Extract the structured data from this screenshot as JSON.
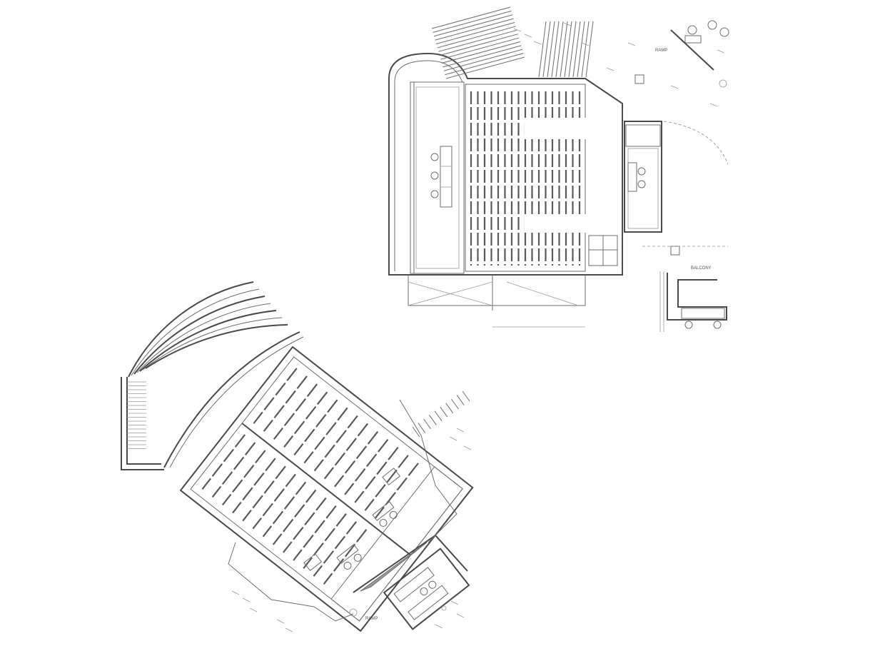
{
  "plans": [
    {
      "id": "upper-plan",
      "labels": {
        "balcony": "BALCONY",
        "ramp": "RAMP"
      }
    },
    {
      "id": "lower-plan",
      "labels": {
        "ramp": "RAMP"
      }
    }
  ],
  "colors": {
    "line": "#6e6e6e",
    "fill": "#9a9a9a",
    "background": "#ffffff"
  }
}
